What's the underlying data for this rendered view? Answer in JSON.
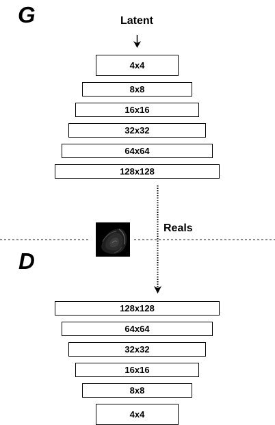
{
  "generator": {
    "title": "G",
    "input_label": "Latent",
    "layers": [
      "4x4",
      "8x8",
      "16x16",
      "32x32",
      "64x64",
      "128x128"
    ]
  },
  "discriminator": {
    "title": "D",
    "input_label": "Reals",
    "layers": [
      "128x128",
      "64x64",
      "32x32",
      "16x16",
      "8x8",
      "4x4"
    ]
  },
  "colors": {
    "line": "#000000",
    "background": "#ffffff",
    "image_bg": "#000000"
  }
}
